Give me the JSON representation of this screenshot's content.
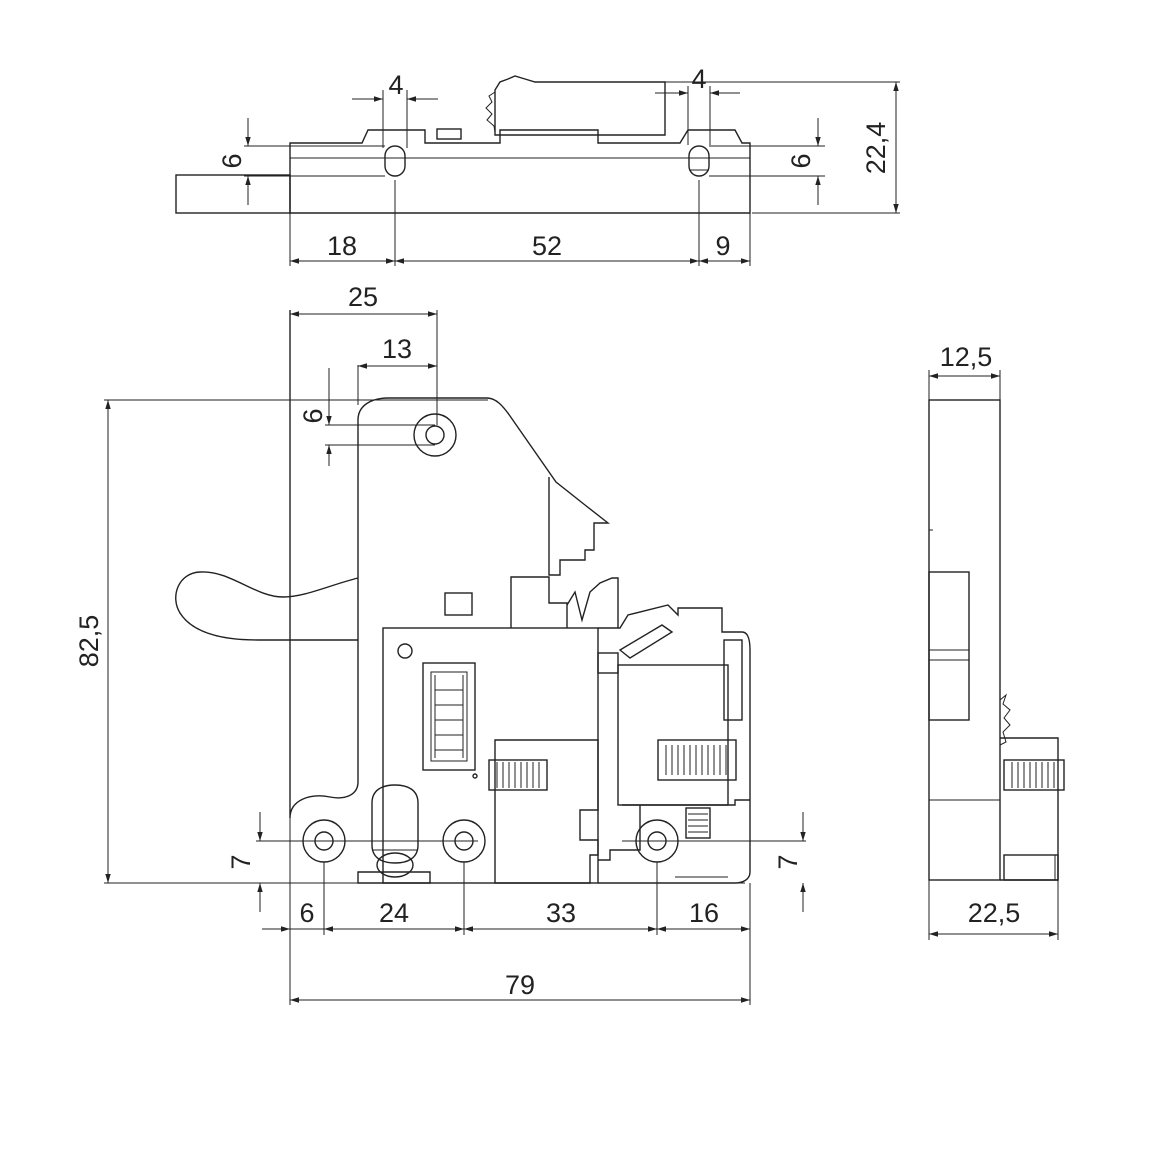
{
  "top_view": {
    "slot_width_left": "4",
    "slot_width_right": "4",
    "slot_height_left": "6",
    "slot_height_right": "6",
    "height_total": "22,4",
    "pos_left": "18",
    "pos_middle": "52",
    "pos_right": "9"
  },
  "front_view": {
    "width_top": "25",
    "hole_offset": "13",
    "hole_dia": "6",
    "height_total": "82,5",
    "hole_height_left": "7",
    "hole_height_right": "7",
    "pos_1": "6",
    "pos_2": "24",
    "pos_3": "33",
    "pos_4": "16",
    "width_total": "79"
  },
  "side_view": {
    "width_top": "12,5",
    "width_bottom": "22,5"
  }
}
